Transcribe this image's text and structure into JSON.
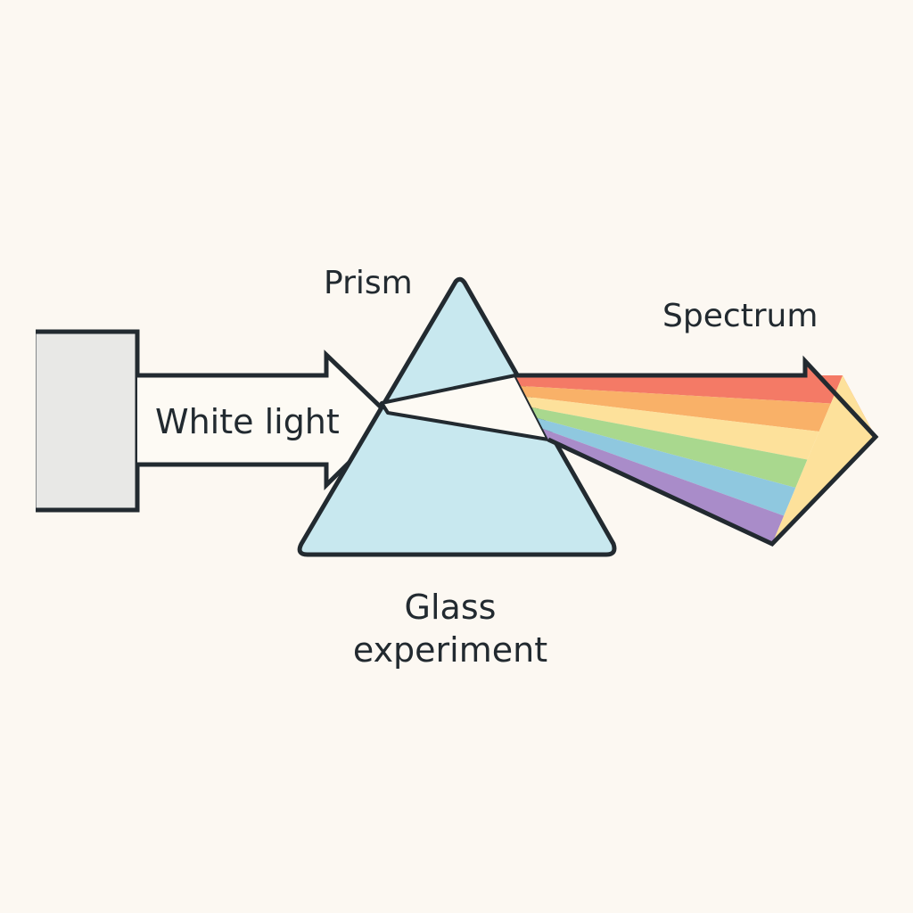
{
  "labels": {
    "prism": "Prism",
    "spectrum": "Spectrum",
    "white_light": "White light",
    "glass_line1": "Glass",
    "glass_line2": "experiment"
  },
  "colors": {
    "background": "#fcf8f2",
    "outline": "#222a30",
    "prism_fill": "#c8e8ef",
    "light_source_fill": "#e8e8e6",
    "arrow_fill": "#fdfaf4",
    "spectrum_bands": [
      "#f47a66",
      "#f9b168",
      "#fde19b",
      "#a9d88e",
      "#8fc8df",
      "#a98cc9"
    ]
  },
  "spectrum": {
    "band_names": [
      "red",
      "orange",
      "yellow",
      "green",
      "blue",
      "violet"
    ]
  }
}
